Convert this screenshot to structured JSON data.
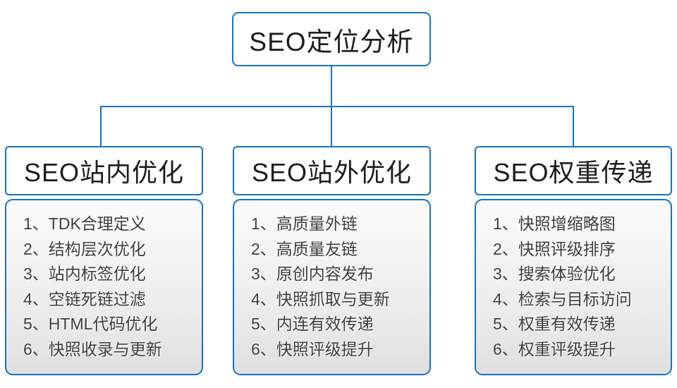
{
  "diagram": {
    "title": "SEO定位分析",
    "columns": [
      {
        "header": "SEO站内优化",
        "items": [
          "1、TDK合理定义",
          "2、结构层次优化",
          "3、站内标签优化",
          "4、空链死链过滤",
          "5、HTML代码优化",
          "6、快照收录与更新"
        ]
      },
      {
        "header": "SEO站外优化",
        "items": [
          "1、高质量外链",
          "2、高质量友链",
          "3、原创内容发布",
          "4、快照抓取与更新",
          "5、内连有效传递",
          "6、快照评级提升"
        ]
      },
      {
        "header": "SEO权重传递",
        "items": [
          "1、快照增缩略图",
          "2、快照评级排序",
          "3、搜索体验优化",
          "4、检索与目标访问",
          "5、权重有效传递",
          "6、权重评级提升"
        ]
      }
    ],
    "colors": {
      "line": "#1573c2",
      "border": "#1573c2",
      "header_text": "#1d1d1d",
      "item_text": "#3d3d3d"
    }
  }
}
